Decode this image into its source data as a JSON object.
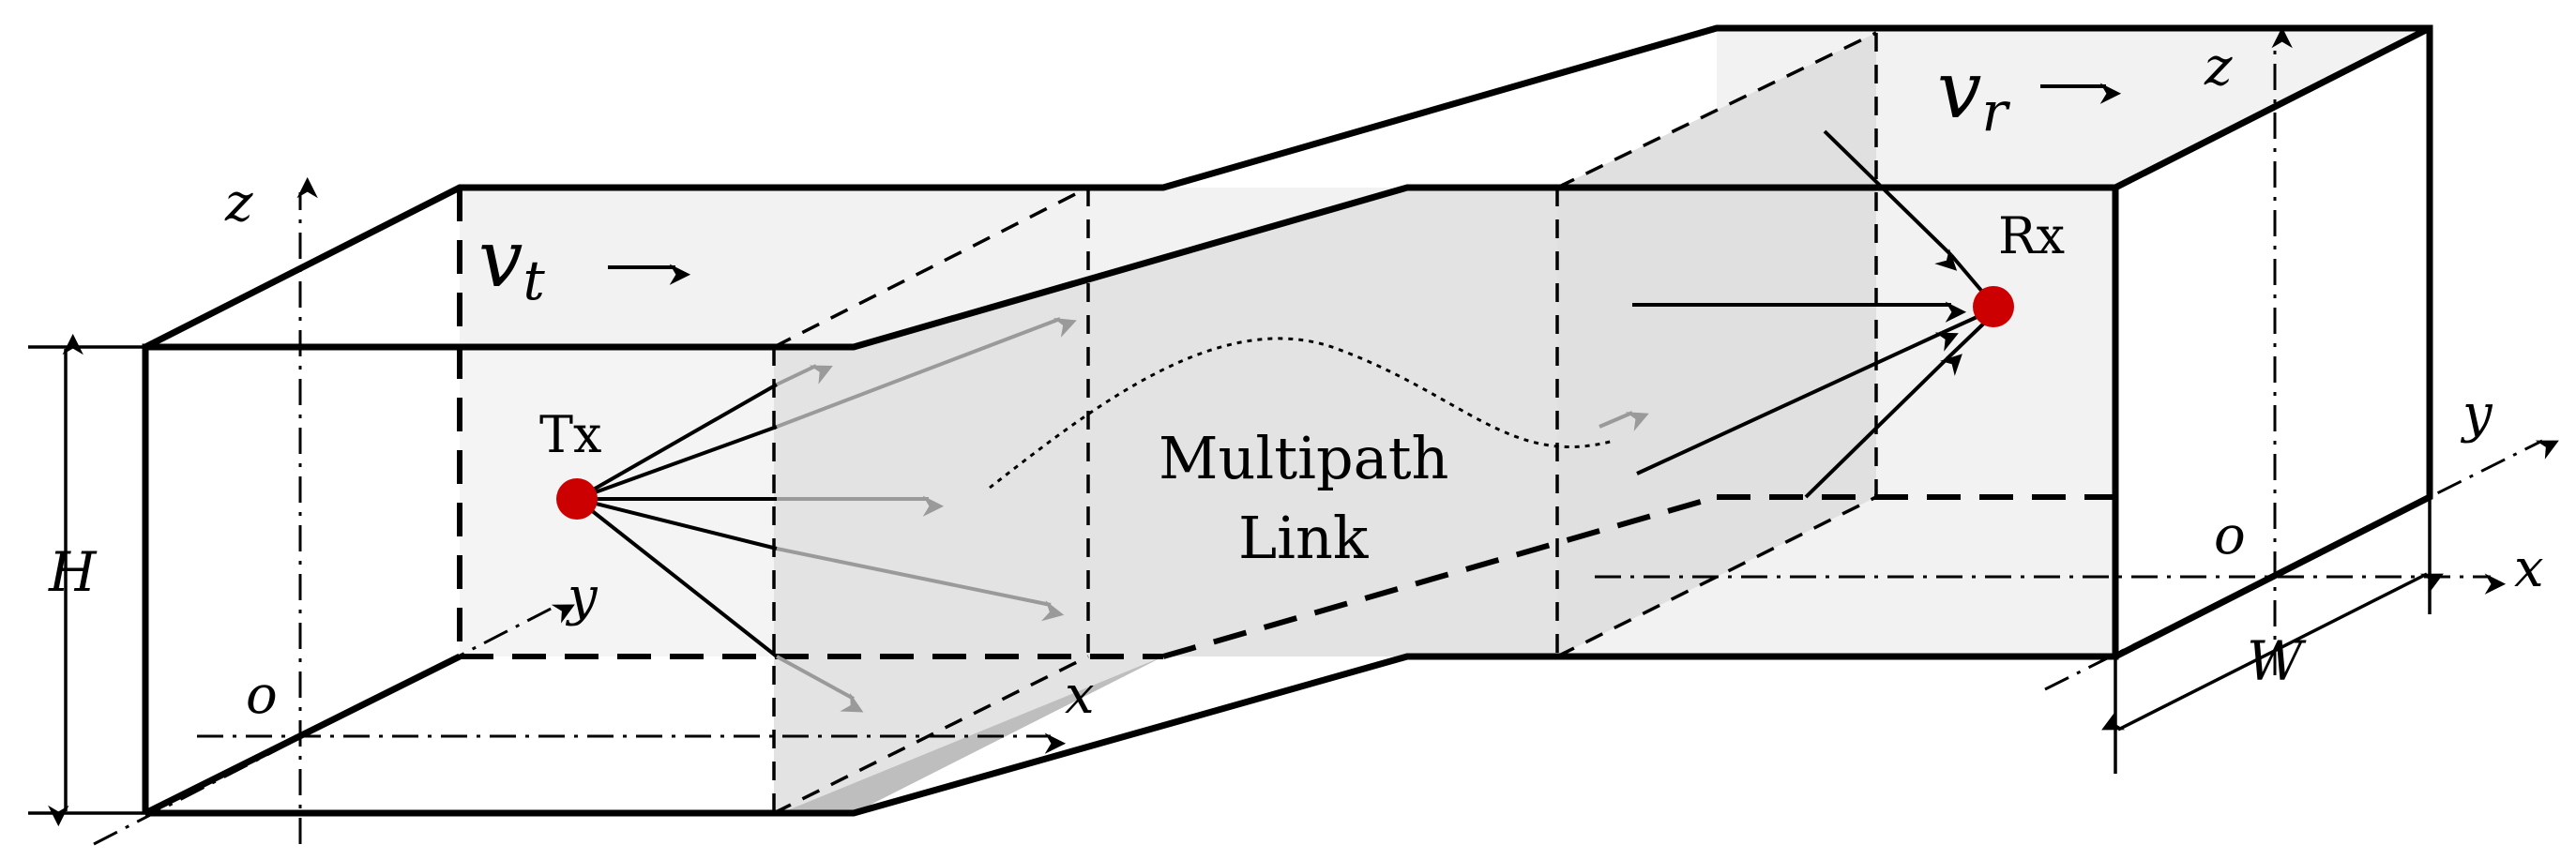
{
  "labels": {
    "tx": "Tx",
    "rx": "Rx",
    "vt": "v",
    "vt_sub": "t",
    "vr": "v",
    "vr_sub": "r",
    "multipath_line1": "Multipath",
    "multipath_line2": "Link",
    "height": "H",
    "width": "W",
    "tx_axis_x": "x",
    "tx_axis_y": "y",
    "tx_axis_z": "z",
    "tx_origin": "o",
    "rx_axis_x": "x",
    "rx_axis_y": "y",
    "rx_axis_z": "z",
    "rx_origin": "o"
  },
  "colors": {
    "node": "#cc0000",
    "floor": "#bebebe",
    "wall_light": "#f2f2f2",
    "wall_mid": "#e0e0e0",
    "grey_ray": "#9a9a9a"
  }
}
